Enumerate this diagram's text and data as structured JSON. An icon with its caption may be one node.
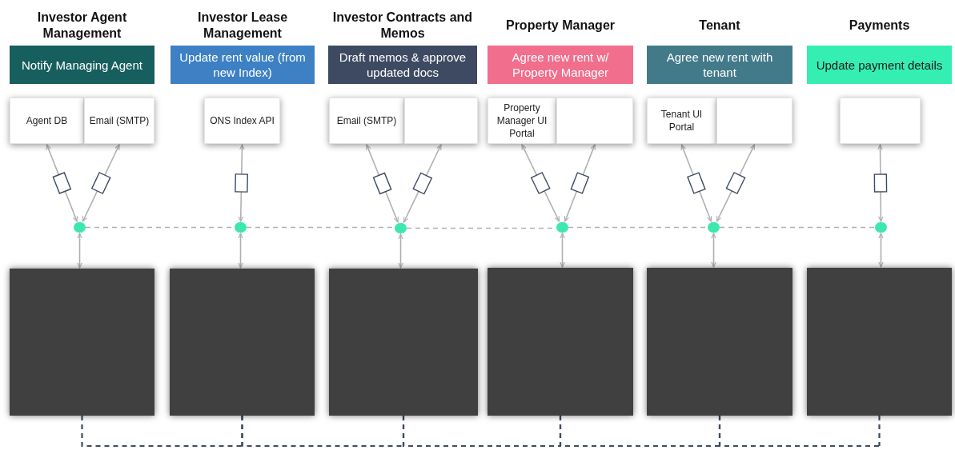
{
  "diagram": {
    "nodes": [
      {
        "text": [
          "Investor Agent Management",
          "Notify Managing Agent"
        ]
      },
      {
        "text": [
          "Agent DB"
        ]
      },
      {
        "text": [
          "Email (SMTP)"
        ]
      },
      {
        "text": [],
        "shape": "circle"
      },
      {
        "text": [],
        "shape": "box"
      },
      {
        "text": [
          "Investor Lease Management",
          "Update rent value (from new Index)"
        ]
      },
      {
        "text": [
          "ONS Index API"
        ]
      },
      {
        "text": [],
        "shape": "circle"
      },
      {
        "text": [],
        "shape": "box"
      },
      {
        "text": [
          "Investor Contracts and Memos",
          "Draft memos & approve updated docs"
        ]
      },
      {
        "text": [
          "Email (SMTP)"
        ]
      },
      {
        "text": [],
        "shape": "box"
      },
      {
        "text": [],
        "shape": "circle"
      },
      {
        "text": [],
        "shape": "box"
      },
      {
        "text": [
          "Property Manager",
          "Agree new rent w/ Property Manager"
        ]
      },
      {
        "text": [
          "Property Manager UI Portal"
        ]
      },
      {
        "text": [],
        "shape": "box"
      },
      {
        "text": [],
        "shape": "circle"
      },
      {
        "text": [],
        "shape": "box"
      },
      {
        "text": [
          "Tenant",
          "Agree new rent with tenant"
        ]
      },
      {
        "text": [
          "Tenant UI Portal"
        ]
      },
      {
        "text": [],
        "shape": "box"
      },
      {
        "text": [],
        "shape": "circle"
      },
      {
        "text": [],
        "shape": "box"
      },
      {
        "text": [
          "Payments",
          "Update payment details"
        ]
      },
      {
        "text": [],
        "shape": "box"
      },
      {
        "text": [],
        "shape": "circle"
      },
      {
        "text": [],
        "shape": "box"
      }
    ],
    "edges": [
      {
        "from": 1,
        "to": 3,
        "arrow": "both"
      },
      {
        "from": 2,
        "to": 3,
        "arrow": "both"
      },
      {
        "from": 6,
        "to": 7,
        "arrow": "both"
      },
      {
        "from": 10,
        "to": 12,
        "arrow": "both"
      },
      {
        "from": 11,
        "to": 12,
        "arrow": "both"
      },
      {
        "from": 15,
        "to": 17,
        "arrow": "both"
      },
      {
        "from": 16,
        "to": 17,
        "arrow": "both"
      },
      {
        "from": 20,
        "to": 22,
        "arrow": "both"
      },
      {
        "from": 21,
        "to": 22,
        "arrow": "both"
      },
      {
        "from": 25,
        "to": 26,
        "arrow": "both"
      },
      {
        "from": 3,
        "to": 4,
        "arrow": "both"
      },
      {
        "from": 7,
        "to": 8,
        "arrow": "both"
      },
      {
        "from": 12,
        "to": 13,
        "arrow": "both"
      },
      {
        "from": 17,
        "to": 18,
        "arrow": "both"
      },
      {
        "from": 22,
        "to": 23,
        "arrow": "both"
      },
      {
        "from": 26,
        "to": 27,
        "arrow": "both"
      },
      {
        "from": 3,
        "to": 7,
        "arrow": "none",
        "style": "dashed"
      },
      {
        "from": 7,
        "to": 12,
        "arrow": "none",
        "style": "dashed"
      },
      {
        "from": 12,
        "to": 17,
        "arrow": "none",
        "style": "dashed"
      },
      {
        "from": 17,
        "to": 22,
        "arrow": "none",
        "style": "dashed"
      },
      {
        "from": 22,
        "to": 26,
        "arrow": "none",
        "style": "dashed"
      },
      {
        "from": 4,
        "to": 8,
        "arrow": "none",
        "style": "dashed",
        "color": "#3f4b5e"
      },
      {
        "from": 8,
        "to": 13,
        "arrow": "none",
        "style": "dashed",
        "color": "#3f4b5e"
      },
      {
        "from": 13,
        "to": 18,
        "arrow": "none",
        "style": "dashed",
        "color": "#3f4b5e"
      },
      {
        "from": 18,
        "to": 23,
        "arrow": "none",
        "style": "dashed",
        "color": "#3f4b5e"
      },
      {
        "from": 23,
        "to": 27,
        "arrow": "none",
        "style": "dashed",
        "color": "#3f4b5e"
      }
    ]
  }
}
